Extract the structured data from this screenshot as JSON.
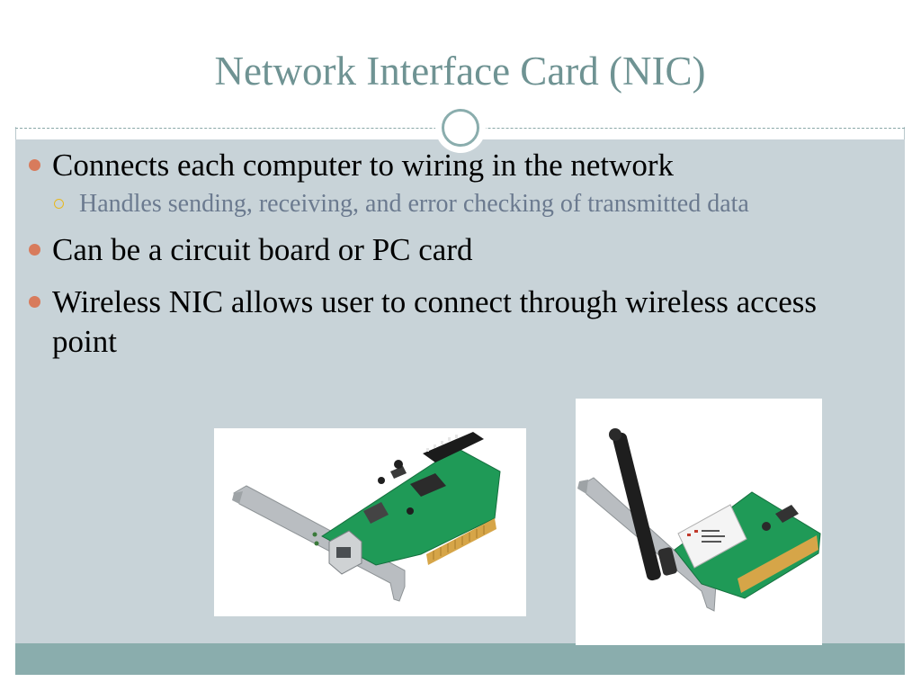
{
  "slide": {
    "title": "Network Interface Card (NIC)",
    "bullets": [
      {
        "text": "Connects each computer to wiring in the network",
        "sub": "Handles sending, receiving, and error checking of transmitted data"
      },
      {
        "text": "Can be a circuit board or PC card"
      },
      {
        "text": "Wireless NIC allows user to connect through wireless access point"
      }
    ]
  },
  "colors": {
    "title": "#6f9393",
    "content_background": "#c8d3d8",
    "footer_band": "#8aadad",
    "bullet_marker": "#d87b5c",
    "sub_bullet_marker": "#e8b820",
    "sub_text": "#6b7a8f",
    "pcb_green": "#1f9a57"
  },
  "images": [
    {
      "name": "wired-nic-photo",
      "alt": ""
    },
    {
      "name": "wireless-nic-photo",
      "alt": ""
    }
  ]
}
